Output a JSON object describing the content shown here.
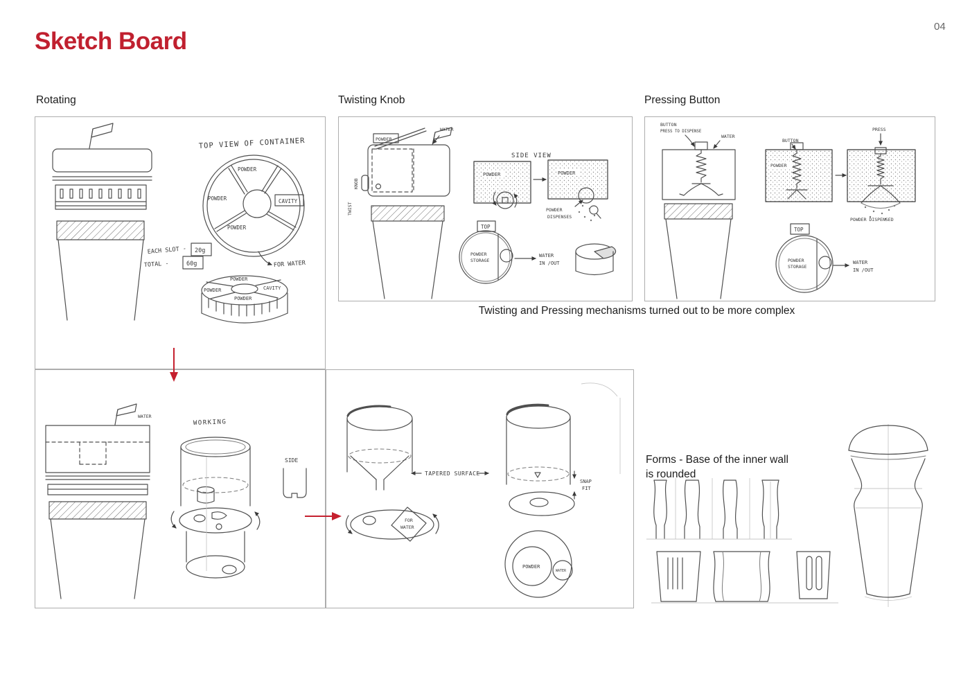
{
  "page": {
    "title": "Sketch Board",
    "page_number": "04",
    "accent_color": "#c0202f"
  },
  "section_labels": {
    "rotating": "Rotating",
    "twisting_knob": "Twisting Knob",
    "pressing_button": "Pressing Button"
  },
  "notes": {
    "mechanisms": "Twisting and Pressing mechanisms turned out to be more complex",
    "forms_line": "Forms - Base of the inner wall is rounded"
  },
  "rotating_top": {
    "top_view_title": "TOP VIEW OF CONTAINER",
    "seg_powder_top": "POWDER",
    "seg_powder_left": "POWDER",
    "seg_powder_bottom": "POWDER",
    "cavity": "CAVITY",
    "each_slot": "EACH SLOT -",
    "each_slot_value": "20g",
    "total": "TOTAL -",
    "total_value": "60g",
    "for_water": "FOR WATER",
    "disc_powder_top": "POWDER",
    "disc_powder_left": "POWDER",
    "disc_cavity": "CAVITY",
    "disc_powder_mid": "POWDER"
  },
  "twisting_knob": {
    "powder": "POWDER",
    "water": "WATER",
    "knob": "KNOB",
    "twist": "TWIST",
    "side_view": "SIDE VIEW",
    "powder_left": "POWDER",
    "powder_right": "POWDER",
    "dispenses_line1": "POWDER",
    "dispenses_line2": "DISPENSES",
    "top": "TOP",
    "storage_line1": "POWDER",
    "storage_line2": "STORAGE",
    "water_io_line1": "WATER",
    "water_io_line2": "IN /OUT"
  },
  "pressing_button": {
    "button_note_line1": "BUTTON",
    "button_note_line2": "PRESS TO DISPENSE",
    "water": "WATER",
    "button": "BUTTON",
    "powder": "POWDER",
    "press": "PRESS",
    "powder_dispensed": "POWDER DISPENSED",
    "top": "TOP",
    "storage_line1": "POWDER",
    "storage_line2": "STORAGE",
    "water_io_line1": "WATER",
    "water_io_line2": "IN /OUT"
  },
  "rotating_bottom": {
    "water": "WATER",
    "working": "WORKING",
    "side": "SIDE"
  },
  "refined": {
    "tapered_surface": "TAPERED SURFACE",
    "snap_line1": "SNAP",
    "snap_line2": "FIT",
    "for_water_line1": "FOR",
    "for_water_line2": "WATER",
    "powder": "POWDER",
    "water": "WATER"
  }
}
